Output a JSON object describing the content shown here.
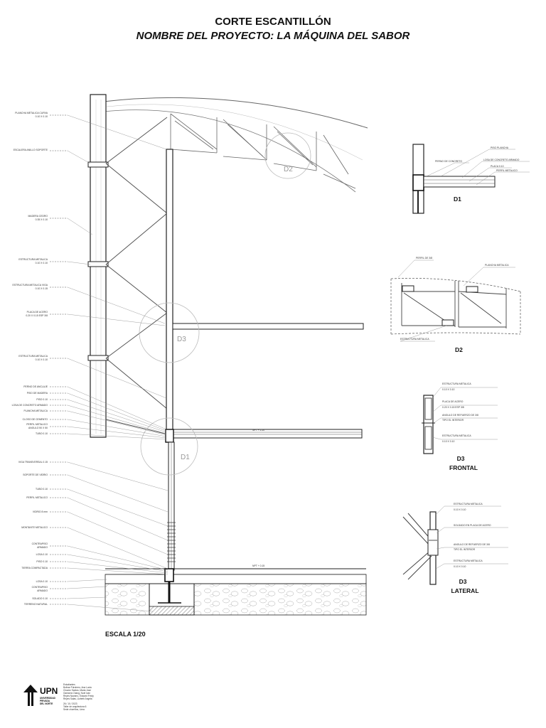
{
  "header": {
    "title": "CORTE ESCANTILLÓN",
    "subtitle": "NOMBRE DEL PROYECTO: LA MÁQUINA DEL SABOR"
  },
  "main_section": {
    "scale_label": "ESCALA 1/20",
    "detail_markers": [
      "D1",
      "D2",
      "D3"
    ],
    "slab_labels": [
      "NPT + 2.50",
      "NPT + 0.15"
    ],
    "left_labels": [
      [
        "PLANCHA METALICA CURVA",
        "0.10 X 0.10"
      ],
      [
        "ESCALERA ANILLO SOPORTE",
        ""
      ],
      [
        "MADERA CEDRO",
        "0.35 X 0.10"
      ],
      [
        "ESTRUCTURA METALICA",
        "0.10 X 0.10"
      ],
      [
        "ESTRUCTURA METALICA VIGA",
        "0.10 X 0.15"
      ],
      [
        "PLACA DE ACERO",
        "0.20 X 0.15 ESP 3/8"
      ],
      [
        "ESTRUCTURA METALICA",
        "0.10 X 0.10"
      ],
      [
        "PERNO DE ANCLAJE",
        ""
      ],
      [
        "PISO DE MADERA",
        ""
      ],
      [
        "PISO 0.10",
        ""
      ],
      [
        "LOSA DE CONCRETO ARMADO",
        ""
      ],
      [
        "PLANCHA METALICA",
        ""
      ],
      [
        "CLOSO DE CEMENTO",
        ""
      ],
      [
        "PERFIL METALICO",
        "ANGULO 50 X 50"
      ],
      [
        "TUBO 0.10",
        ""
      ],
      [
        "VIGA TRANSVERSAL 0.15",
        ""
      ],
      [
        "SOPORTE DE VIDRIO",
        ""
      ],
      [
        "TUBO 0.10",
        ""
      ],
      [
        "PERFIL METALICO",
        ""
      ],
      [
        "VIDRIO 8 mm",
        ""
      ],
      [
        "MONTANTE METALICO",
        ""
      ],
      [
        "CONTRAPISO",
        "ARMADO"
      ],
      [
        "LOSA 0.10",
        ""
      ],
      [
        "PISO 0.10",
        ""
      ],
      [
        "TIERRA COMPACTADA",
        ""
      ],
      [
        "LOSA 0.10",
        ""
      ],
      [
        "CONTRAPISO",
        "ARMADO"
      ],
      [
        "SOLADO 0.10",
        ""
      ],
      [
        "TERRENO NATURAL",
        ""
      ]
    ]
  },
  "details": {
    "d1": {
      "label": "D1",
      "notes": [
        "PISO PLANCHA",
        "PERNO DE CONCRETO",
        "LOSA DE CONCRETO ARMADO",
        "PLACA 0.10",
        "PERFIL METALICO"
      ]
    },
    "d2": {
      "label": "D2",
      "notes": [
        "PERFIL DE 3/8",
        "PLANCHA METALICA",
        "ESTRUCTURA METALICA"
      ]
    },
    "d3_frontal": {
      "label": "D3",
      "sublabel": "FRONTAL",
      "notes": [
        [
          "ESTRUCTURA METALICA",
          "0.10 X 0.10"
        ],
        [
          "PLACA DE ACERO",
          "0.20 X 0.15 ESP 3/8"
        ],
        [
          "ANGULO DE REFUERZO DE 3/8",
          "TIPO EL INTERIOR"
        ],
        [
          "ESTRUCTURA METALICA",
          "0.10 X 0.10"
        ]
      ]
    },
    "d3_lateral": {
      "label": "D3",
      "sublabel": "LATERAL",
      "notes": [
        [
          "ESTRUCTURA METALICA",
          "0.10 X 0.10"
        ],
        [
          "SOLDADO EN PLACA DE ACERO",
          ""
        ],
        [
          "ANGULO DE REFUERZO DE 3/8",
          "TIPO EL INTERIOR"
        ],
        [
          "ESTRUCTURA METALICA",
          "0.10 X 0.10"
        ]
      ]
    }
  },
  "footer": {
    "logo_text": "UPN",
    "university": [
      "UNIVERSIDAD",
      "PRIVADA",
      "DEL NORTE"
    ],
    "students_heading": "Estudiantes",
    "students": [
      "Bolivar Pulvinero, Ana Lucia",
      "Chavez Santos, Maria Jose",
      "Gamarra Chang, Noel Ivan",
      "Reyes Navarro, Edward Fredy",
      "Reyes Salas, Lizbeth Angela"
    ],
    "date": "26 / 10 / 2023",
    "course": "Taller de arquitectura 6",
    "campus": "Sede chorrillos, Lima"
  }
}
